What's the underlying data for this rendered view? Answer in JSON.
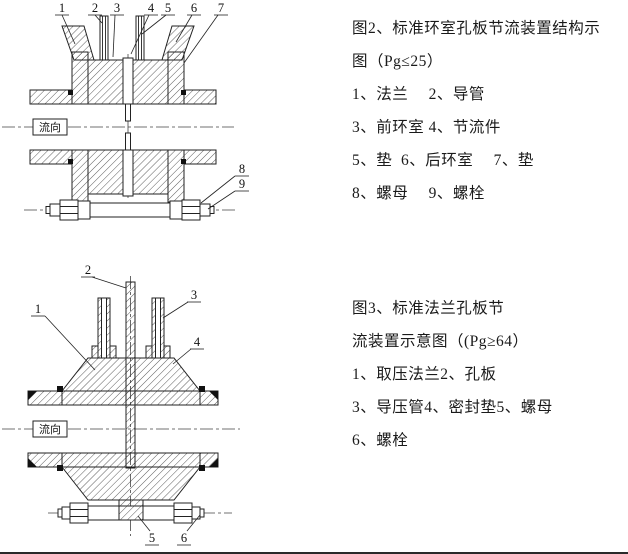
{
  "colors": {
    "ink": "#1a1a1a",
    "paper": "#ffffff"
  },
  "figure2": {
    "drawing": {
      "flow_label": "流向",
      "callouts": [
        "1",
        "2",
        "3",
        "4",
        "5",
        "6",
        "7",
        "8",
        "9"
      ]
    },
    "caption_lines": [
      "图2、标准环室孔板节流装置结构示",
      "图（Pg≤25）",
      "1、法兰　 2、导管",
      "3、前环室 4、节流件",
      "5、垫  6、后环室　 7、垫",
      "8、螺母 　9、螺栓"
    ]
  },
  "figure3": {
    "drawing": {
      "flow_label": "流向",
      "callouts": [
        "1",
        "2",
        "3",
        "4",
        "5",
        "6"
      ]
    },
    "caption_lines": [
      "图3、标准法兰孔板节",
      "流装置示意图（(Pg≥64）",
      "1、取压法兰2、孔板",
      "3、导压管4、密封垫5、螺母",
      "6、螺栓"
    ]
  }
}
